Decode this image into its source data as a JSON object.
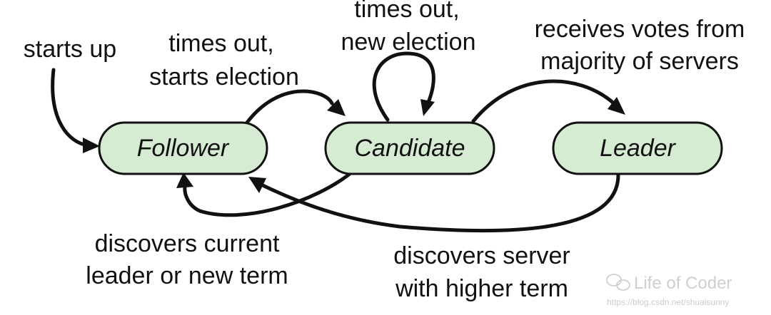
{
  "states": {
    "follower": "Follower",
    "candidate": "Candidate",
    "leader": "Leader"
  },
  "transitions": {
    "starts_up": [
      "starts up"
    ],
    "times_out_starts_election": [
      "times out,",
      "starts election"
    ],
    "times_out_new_election": [
      "times out,",
      "new election"
    ],
    "receives_votes": [
      "receives votes from",
      "majority of servers"
    ],
    "discovers_current_leader": [
      "discovers current",
      "leader or new term"
    ],
    "discovers_server_higher_term": [
      "discovers server",
      "with higher term"
    ]
  },
  "watermark": {
    "brand": "Life of Coder",
    "url": "https://blog.csdn.net/shuaisunny"
  },
  "colors": {
    "state_fill": "#d6ecd2",
    "stroke": "#111111",
    "text": "#111111",
    "watermark": "#cfcfcf"
  }
}
